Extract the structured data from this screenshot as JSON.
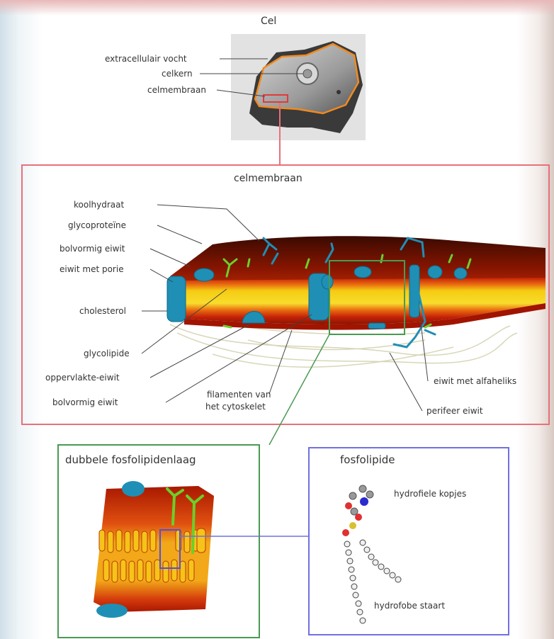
{
  "cell": {
    "title": "Cel",
    "labels": {
      "extracellular_fluid": "extracellulair vocht",
      "nucleus": "celkern",
      "membrane": "celmembraan"
    }
  },
  "membrane_panel": {
    "title": "celmembraan",
    "left_labels": {
      "carbohydrate": "koolhydraat",
      "glycoprotein": "glycoproteïne",
      "globular_protein": "bolvormig eiwit",
      "pore_protein": "eiwit met porie",
      "cholesterol": "cholesterol",
      "glycolipid": "glycolipide",
      "surface_protein": "oppervlakte-eiwit",
      "globular_protein_2": "bolvormig eiwit"
    },
    "bottom_labels": {
      "filaments_line1": "filamenten van",
      "filaments_line2": "het cytoskelet"
    },
    "right_labels": {
      "alpha_helix_protein": "eiwit met alfaheliks",
      "peripheral_protein": "perifeer eiwit"
    }
  },
  "bilayer_panel": {
    "title": "dubbele fosfolipidenlaag"
  },
  "phospholipid_panel": {
    "title": "fosfolipide",
    "hydrophilic_head": "hydrofiele kopjes",
    "hydrophobic_tail": "hydrofobe staart"
  },
  "colors": {
    "membrane_frame": "#e8707a",
    "bilayer_frame": "#4a9a52",
    "phospholipid_frame": "#7070e0",
    "protein": "#1f8fb5",
    "lipid_yellow": "#f5cc12",
    "lipid_red": "#c42008"
  }
}
